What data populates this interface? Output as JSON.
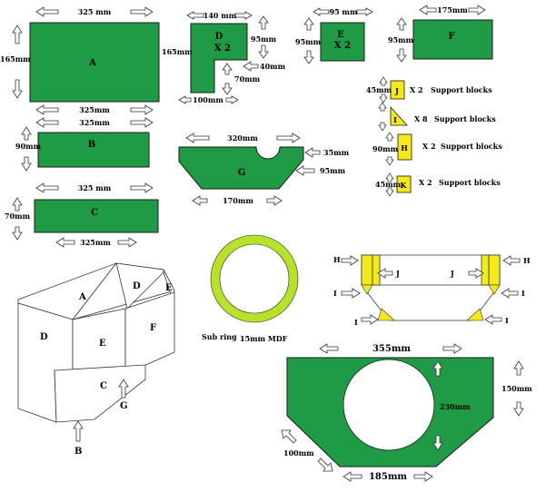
{
  "colors": {
    "panel_green": "#1f9a45",
    "ring_green": "#b6e22a",
    "block_yellow": "#f5ea17",
    "outline": "#1a1a1a"
  },
  "panels": {
    "A": {
      "letter": "A",
      "top_width": "325 mm",
      "height": "165mm",
      "bottom_width": "325mm"
    },
    "B": {
      "letter": "B",
      "top_width": "325mm",
      "height": "90mm"
    },
    "C": {
      "letter": "C",
      "top_width": "325 mm",
      "height": "70mm",
      "bottom_width": "325mm"
    },
    "D": {
      "letter": "D",
      "qty": "X 2",
      "top_width": "140 mm",
      "height": "165mm",
      "notch_height": "95mm",
      "notch_width": "40mm",
      "leg_height": "70mm",
      "bottom_width": "100mm"
    },
    "E": {
      "letter": "E",
      "qty": "X 2",
      "width": "95 mm",
      "height": "95mm"
    },
    "F": {
      "letter": "F",
      "width": "175mm",
      "height": "95mm"
    },
    "G": {
      "letter": "G",
      "top_width": "320mm",
      "side": "35mm",
      "height": "95mm",
      "bottom_width": "170mm"
    }
  },
  "support_blocks": [
    {
      "letter": "J",
      "dim": "45mm",
      "qty": "X 2",
      "label": "Support blocks"
    },
    {
      "letter": "I",
      "dim": "",
      "qty": "X 8",
      "label": "Support blocks"
    },
    {
      "letter": "H",
      "dim": "90mm",
      "qty": "X 2",
      "label": "Support blocks"
    },
    {
      "letter": "K",
      "dim": "45mm",
      "qty": "X 2",
      "label": "Support blocks"
    }
  ],
  "ring": {
    "label": "Sub ring",
    "material": "15mm MDF"
  },
  "assembly": {
    "labels": {
      "A": "A",
      "B": "B",
      "C": "C",
      "D": "D",
      "E": "E",
      "F": "F",
      "G": "G",
      "E2": "E"
    }
  },
  "frame": {
    "labels": {
      "H_left": "H",
      "H_right": "H",
      "J_left": "J",
      "J_right": "J",
      "I_1": "I",
      "I_2": "I",
      "I_3": "I",
      "I_4": "I"
    }
  },
  "baffle": {
    "top_width": "355mm",
    "height": "150mm",
    "hole": "230mm",
    "side": "100mm",
    "bottom_width": "185mm"
  }
}
